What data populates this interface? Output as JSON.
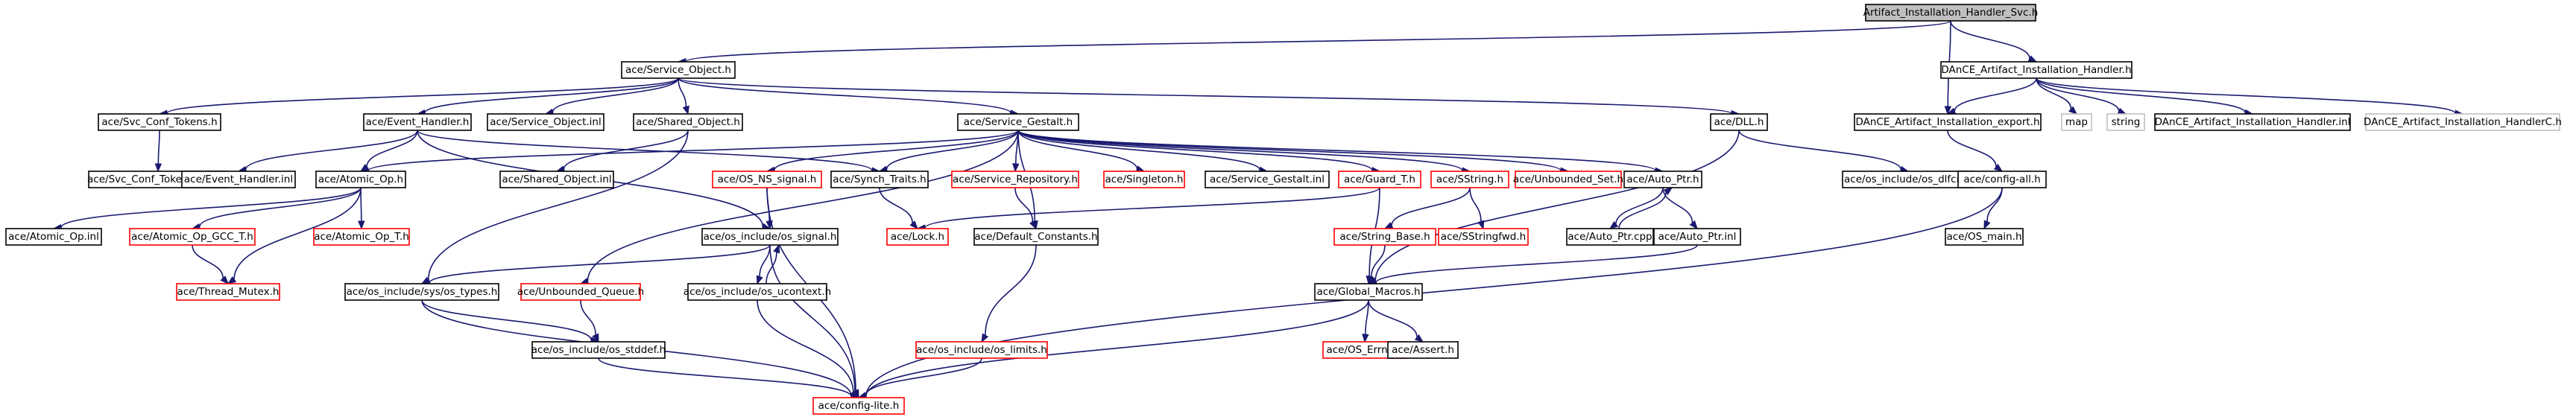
{
  "graph": {
    "nodes": [
      {
        "id": "root",
        "label": "Artifact_Installation_Handler_Svc.h",
        "style": "root"
      },
      {
        "id": "service_object",
        "label": "ace/Service_Object.h",
        "style": "normal"
      },
      {
        "id": "dance_handler",
        "label": "DAnCE_Artifact_Installation_Handler.h",
        "style": "normal"
      },
      {
        "id": "svc_conf_tokens",
        "label": "ace/Svc_Conf_Tokens.h",
        "style": "normal"
      },
      {
        "id": "event_handler",
        "label": "ace/Event_Handler.h",
        "style": "normal"
      },
      {
        "id": "service_object_inl",
        "label": "ace/Service_Object.inl",
        "style": "normal"
      },
      {
        "id": "shared_object",
        "label": "ace/Shared_Object.h",
        "style": "normal"
      },
      {
        "id": "service_gestalt",
        "label": "ace/Service_Gestalt.h",
        "style": "normal"
      },
      {
        "id": "dll",
        "label": "ace/DLL.h",
        "style": "normal"
      },
      {
        "id": "dance_export",
        "label": "DAnCE_Artifact_Installation_export.h",
        "style": "normal"
      },
      {
        "id": "map",
        "label": "map",
        "style": "gray"
      },
      {
        "id": "string",
        "label": "string",
        "style": "gray"
      },
      {
        "id": "dance_handler_inl",
        "label": "DAnCE_Artifact_Installation_Handler.inl",
        "style": "normal"
      },
      {
        "id": "dance_handler_c",
        "label": "DAnCE_Artifact_Installation_HandlerC.h",
        "style": "gray"
      },
      {
        "id": "svc_conf_token_table",
        "label": "ace/Svc_Conf_Token_Table.h",
        "style": "normal"
      },
      {
        "id": "event_handler_inl",
        "label": "ace/Event_Handler.inl",
        "style": "normal"
      },
      {
        "id": "atomic_op",
        "label": "ace/Atomic_Op.h",
        "style": "normal"
      },
      {
        "id": "shared_object_inl",
        "label": "ace/Shared_Object.inl",
        "style": "normal"
      },
      {
        "id": "os_ns_signal",
        "label": "ace/OS_NS_signal.h",
        "style": "red"
      },
      {
        "id": "synch_traits",
        "label": "ace/Synch_Traits.h",
        "style": "normal"
      },
      {
        "id": "service_repository",
        "label": "ace/Service_Repository.h",
        "style": "red"
      },
      {
        "id": "singleton",
        "label": "ace/Singleton.h",
        "style": "red"
      },
      {
        "id": "service_gestalt_inl",
        "label": "ace/Service_Gestalt.inl",
        "style": "normal"
      },
      {
        "id": "guard_t",
        "label": "ace/Guard_T.h",
        "style": "red"
      },
      {
        "id": "sstring",
        "label": "ace/SString.h",
        "style": "red"
      },
      {
        "id": "unbounded_set",
        "label": "ace/Unbounded_Set.h",
        "style": "red"
      },
      {
        "id": "auto_ptr",
        "label": "ace/Auto_Ptr.h",
        "style": "normal"
      },
      {
        "id": "os_dlfcn",
        "label": "ace/os_include/os_dlfcn.h",
        "style": "normal"
      },
      {
        "id": "config_all",
        "label": "ace/config-all.h",
        "style": "normal"
      },
      {
        "id": "atomic_op_inl",
        "label": "ace/Atomic_Op.inl",
        "style": "normal"
      },
      {
        "id": "atomic_op_gcc",
        "label": "ace/Atomic_Op_GCC_T.h",
        "style": "red"
      },
      {
        "id": "atomic_op_t",
        "label": "ace/Atomic_Op_T.h",
        "style": "red"
      },
      {
        "id": "os_signal",
        "label": "ace/os_include/os_signal.h",
        "style": "normal"
      },
      {
        "id": "lock",
        "label": "ace/Lock.h",
        "style": "red"
      },
      {
        "id": "default_constants",
        "label": "ace/Default_Constants.h",
        "style": "normal"
      },
      {
        "id": "string_base",
        "label": "ace/String_Base.h",
        "style": "red"
      },
      {
        "id": "sstringfwd",
        "label": "ace/SStringfwd.h",
        "style": "red"
      },
      {
        "id": "auto_ptr_cpp",
        "label": "ace/Auto_Ptr.cpp",
        "style": "normal"
      },
      {
        "id": "auto_ptr_inl",
        "label": "ace/Auto_Ptr.inl",
        "style": "normal"
      },
      {
        "id": "os_main",
        "label": "ace/OS_main.h",
        "style": "normal"
      },
      {
        "id": "thread_mutex",
        "label": "ace/Thread_Mutex.h",
        "style": "red"
      },
      {
        "id": "os_sys_types",
        "label": "ace/os_include/sys/os_types.h",
        "style": "normal"
      },
      {
        "id": "unbounded_queue",
        "label": "ace/Unbounded_Queue.h",
        "style": "red"
      },
      {
        "id": "os_ucontext",
        "label": "ace/os_include/os_ucontext.h",
        "style": "normal"
      },
      {
        "id": "global_macros",
        "label": "ace/Global_Macros.h",
        "style": "normal"
      },
      {
        "id": "os_stddef",
        "label": "ace/os_include/os_stddef.h",
        "style": "normal"
      },
      {
        "id": "os_limits",
        "label": "ace/os_include/os_limits.h",
        "style": "red"
      },
      {
        "id": "os_errno",
        "label": "ace/OS_Errno.h",
        "style": "red"
      },
      {
        "id": "assert",
        "label": "ace/Assert.h",
        "style": "normal"
      },
      {
        "id": "config_lite",
        "label": "ace/config-lite.h",
        "style": "red"
      }
    ],
    "edges": [
      [
        "root",
        "service_object"
      ],
      [
        "root",
        "dance_handler"
      ],
      [
        "root",
        "dance_export"
      ],
      [
        "service_object",
        "svc_conf_tokens"
      ],
      [
        "service_object",
        "event_handler"
      ],
      [
        "service_object",
        "service_object_inl"
      ],
      [
        "service_object",
        "shared_object"
      ],
      [
        "service_object",
        "service_gestalt"
      ],
      [
        "service_object",
        "dll"
      ],
      [
        "dance_handler",
        "dance_export"
      ],
      [
        "dance_handler",
        "map"
      ],
      [
        "dance_handler",
        "string"
      ],
      [
        "dance_handler",
        "dance_handler_inl"
      ],
      [
        "dance_handler",
        "dance_handler_c"
      ],
      [
        "svc_conf_tokens",
        "svc_conf_token_table"
      ],
      [
        "event_handler",
        "event_handler_inl"
      ],
      [
        "event_handler",
        "atomic_op"
      ],
      [
        "event_handler",
        "synch_traits"
      ],
      [
        "event_handler",
        "os_signal"
      ],
      [
        "shared_object",
        "shared_object_inl"
      ],
      [
        "shared_object",
        "os_sys_types"
      ],
      [
        "service_gestalt",
        "atomic_op"
      ],
      [
        "service_gestalt",
        "os_ns_signal"
      ],
      [
        "service_gestalt",
        "synch_traits"
      ],
      [
        "service_gestalt",
        "service_repository"
      ],
      [
        "service_gestalt",
        "singleton"
      ],
      [
        "service_gestalt",
        "service_gestalt_inl"
      ],
      [
        "service_gestalt",
        "guard_t"
      ],
      [
        "service_gestalt",
        "sstring"
      ],
      [
        "service_gestalt",
        "unbounded_set"
      ],
      [
        "service_gestalt",
        "auto_ptr"
      ],
      [
        "service_gestalt",
        "default_constants"
      ],
      [
        "service_gestalt",
        "unbounded_queue"
      ],
      [
        "dll",
        "os_dlfcn"
      ],
      [
        "dll",
        "global_macros"
      ],
      [
        "dance_export",
        "config_all"
      ],
      [
        "config_all",
        "os_main"
      ],
      [
        "config_all",
        "config_lite"
      ],
      [
        "atomic_op",
        "atomic_op_inl"
      ],
      [
        "atomic_op",
        "atomic_op_gcc"
      ],
      [
        "atomic_op",
        "atomic_op_t"
      ],
      [
        "atomic_op",
        "thread_mutex"
      ],
      [
        "atomic_op_gcc",
        "thread_mutex"
      ],
      [
        "os_ns_signal",
        "os_signal"
      ],
      [
        "os_ns_signal",
        "config_lite"
      ],
      [
        "synch_traits",
        "lock"
      ],
      [
        "service_repository",
        "default_constants"
      ],
      [
        "guard_t",
        "lock"
      ],
      [
        "guard_t",
        "global_macros"
      ],
      [
        "sstring",
        "string_base"
      ],
      [
        "sstring",
        "sstringfwd"
      ],
      [
        "auto_ptr",
        "auto_ptr_cpp"
      ],
      [
        "auto_ptr_cpp",
        "auto_ptr"
      ],
      [
        "auto_ptr",
        "auto_ptr_inl"
      ],
      [
        "auto_ptr_inl",
        "global_macros"
      ],
      [
        "os_signal",
        "os_sys_types"
      ],
      [
        "os_signal",
        "os_ucontext"
      ],
      [
        "os_ucontext",
        "os_signal"
      ],
      [
        "os_signal",
        "config_lite"
      ],
      [
        "string_base",
        "global_macros"
      ],
      [
        "default_constants",
        "os_limits"
      ],
      [
        "os_sys_types",
        "os_stddef"
      ],
      [
        "os_sys_types",
        "config_lite"
      ],
      [
        "unbounded_queue",
        "os_stddef"
      ],
      [
        "os_ucontext",
        "config_lite"
      ],
      [
        "global_macros",
        "os_errno"
      ],
      [
        "global_macros",
        "assert"
      ],
      [
        "global_macros",
        "config_lite"
      ],
      [
        "os_stddef",
        "config_lite"
      ],
      [
        "os_limits",
        "config_lite"
      ]
    ]
  }
}
